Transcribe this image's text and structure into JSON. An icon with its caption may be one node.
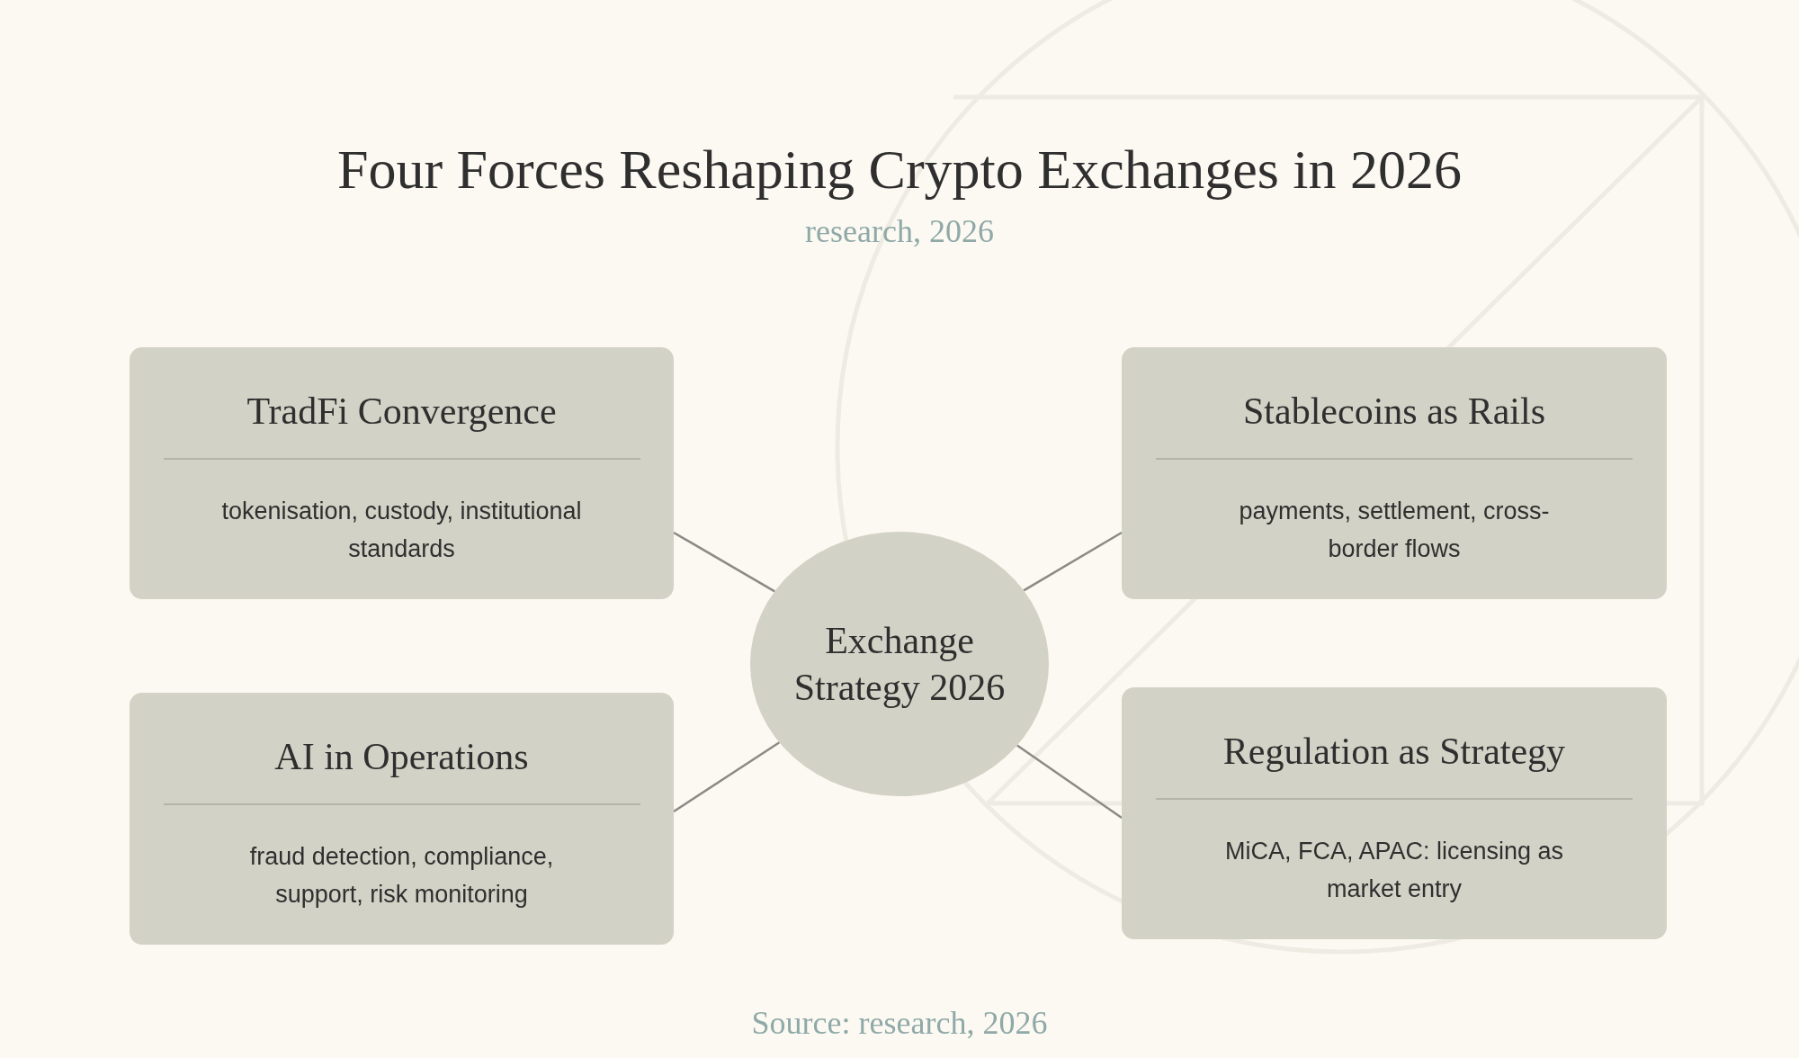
{
  "diagram": {
    "title": "Four Forces Reshaping Crypto Exchanges in 2026",
    "nodes": [
      {
        "text": [
          "TradFi Convergence",
          "tokenisation, custody, institutional standards"
        ]
      },
      {
        "text": [
          "Stablecoins as Rails",
          "payments, settlement, cross-border flows"
        ]
      },
      {
        "text": [
          "Exchange Strategy 2026"
        ]
      },
      {
        "text": [
          "AI in Operations",
          "fraud detection, compliance, support, risk monitoring"
        ]
      },
      {
        "text": [
          "Regulation as Strategy",
          "MiCA, FCA, APAC: licensing as market entry"
        ]
      }
    ],
    "edges": [
      {
        "from": 2,
        "to": 0,
        "arrow": "none"
      },
      {
        "from": 2,
        "to": 1,
        "arrow": "none"
      },
      {
        "from": 2,
        "to": 3,
        "arrow": "none"
      },
      {
        "from": 2,
        "to": 4,
        "arrow": "none"
      }
    ],
    "labels": [
      "research, 2026",
      "Source: research, 2026"
    ]
  }
}
